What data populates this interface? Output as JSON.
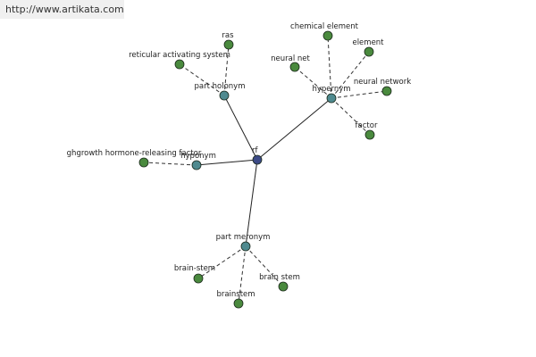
{
  "watermark": "http://www.artikata.com",
  "colors": {
    "root": "#3c4a86",
    "relation": "#4f8a8f",
    "leaf": "#4a8a3e"
  },
  "nodes": [
    {
      "id": "rf",
      "label": "rf",
      "kind": "root"
    },
    {
      "id": "part-holonym",
      "label": "part holonym",
      "kind": "relation"
    },
    {
      "id": "hypernym",
      "label": "hypernym",
      "kind": "relation"
    },
    {
      "id": "hyponym",
      "label": "hyponym",
      "kind": "relation"
    },
    {
      "id": "part-meronym",
      "label": "part meronym",
      "kind": "relation"
    },
    {
      "id": "ras",
      "label": "ras",
      "kind": "leaf"
    },
    {
      "id": "reticular-activating-system",
      "label": "reticular activating system",
      "kind": "leaf"
    },
    {
      "id": "chemical-element",
      "label": "chemical element",
      "kind": "leaf"
    },
    {
      "id": "element",
      "label": "element",
      "kind": "leaf"
    },
    {
      "id": "neural-net",
      "label": "neural net",
      "kind": "leaf"
    },
    {
      "id": "neural-network",
      "label": "neural network",
      "kind": "leaf"
    },
    {
      "id": "factor",
      "label": "factor",
      "kind": "leaf"
    },
    {
      "id": "ghgrowth-hormone-releasing-factor",
      "label": "ghgrowth hormone-releasing factor",
      "kind": "leaf"
    },
    {
      "id": "brain-stem-hyphen",
      "label": "brain-stem",
      "kind": "leaf"
    },
    {
      "id": "brainstem",
      "label": "brainstem",
      "kind": "leaf"
    },
    {
      "id": "brain-stem",
      "label": "brain stem",
      "kind": "leaf"
    }
  ],
  "edges": [
    {
      "from": "rf",
      "to": "part-holonym",
      "style": "solid"
    },
    {
      "from": "rf",
      "to": "hypernym",
      "style": "solid"
    },
    {
      "from": "rf",
      "to": "hyponym",
      "style": "solid"
    },
    {
      "from": "rf",
      "to": "part-meronym",
      "style": "solid"
    },
    {
      "from": "part-holonym",
      "to": "ras",
      "style": "dashed"
    },
    {
      "from": "part-holonym",
      "to": "reticular-activating-system",
      "style": "dashed"
    },
    {
      "from": "hypernym",
      "to": "chemical-element",
      "style": "dashed"
    },
    {
      "from": "hypernym",
      "to": "element",
      "style": "dashed"
    },
    {
      "from": "hypernym",
      "to": "neural-net",
      "style": "dashed"
    },
    {
      "from": "hypernym",
      "to": "neural-network",
      "style": "dashed"
    },
    {
      "from": "hypernym",
      "to": "factor",
      "style": "dashed"
    },
    {
      "from": "hyponym",
      "to": "ghgrowth-hormone-releasing-factor",
      "style": "dashed"
    },
    {
      "from": "part-meronym",
      "to": "brain-stem-hyphen",
      "style": "dashed"
    },
    {
      "from": "part-meronym",
      "to": "brainstem",
      "style": "dashed"
    },
    {
      "from": "part-meronym",
      "to": "brain-stem",
      "style": "dashed"
    }
  ]
}
